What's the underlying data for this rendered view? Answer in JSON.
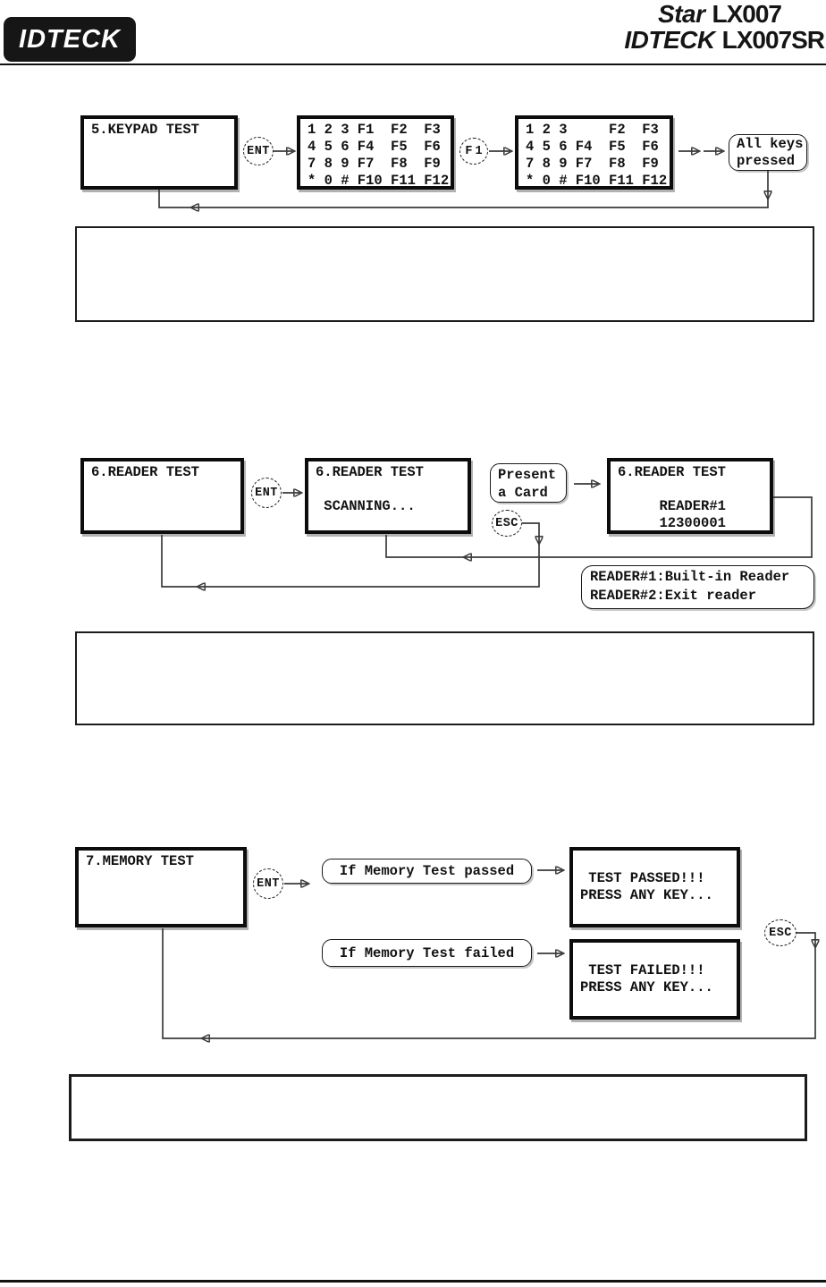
{
  "header": {
    "logo": "IDTECK",
    "product1": {
      "brand": "Star",
      "model": "LX007"
    },
    "product2": {
      "brand": "IDTECK",
      "model": "LX007SR"
    }
  },
  "keypad_flow": {
    "menu": "5.KEYPAD TEST",
    "ent": "ENT",
    "keypad_all": "1 2 3 F1  F2  F3\n4 5 6 F4  F5  F6\n7 8 9 F7  F8  F9\n* 0 # F10 F11 F12",
    "f1": "F1",
    "keypad_f1_pressed": "1 2 3     F2  F3\n4 5 6 F4  F5  F6\n7 8 9 F7  F8  F9\n* 0 # F10 F11 F12",
    "all_keys": "All keys\npressed"
  },
  "reader_flow": {
    "menu": "6.READER TEST",
    "ent": "ENT",
    "scanning": "6.READER TEST\n\n SCANNING...",
    "present_card": "Present\na Card",
    "esc": "ESC",
    "result": "6.READER TEST\n\n     READER#1\n     12300001",
    "note": "READER#1:Built-in Reader\nREADER#2:Exit reader"
  },
  "memory_flow": {
    "menu": "7.MEMORY TEST",
    "ent": "ENT",
    "if_passed": "If Memory Test passed",
    "passed": "\n TEST PASSED!!!\nPRESS ANY KEY...",
    "if_failed": "If Memory Test failed",
    "failed": "\n TEST FAILED!!!\nPRESS ANY KEY...",
    "esc": "ESC"
  }
}
